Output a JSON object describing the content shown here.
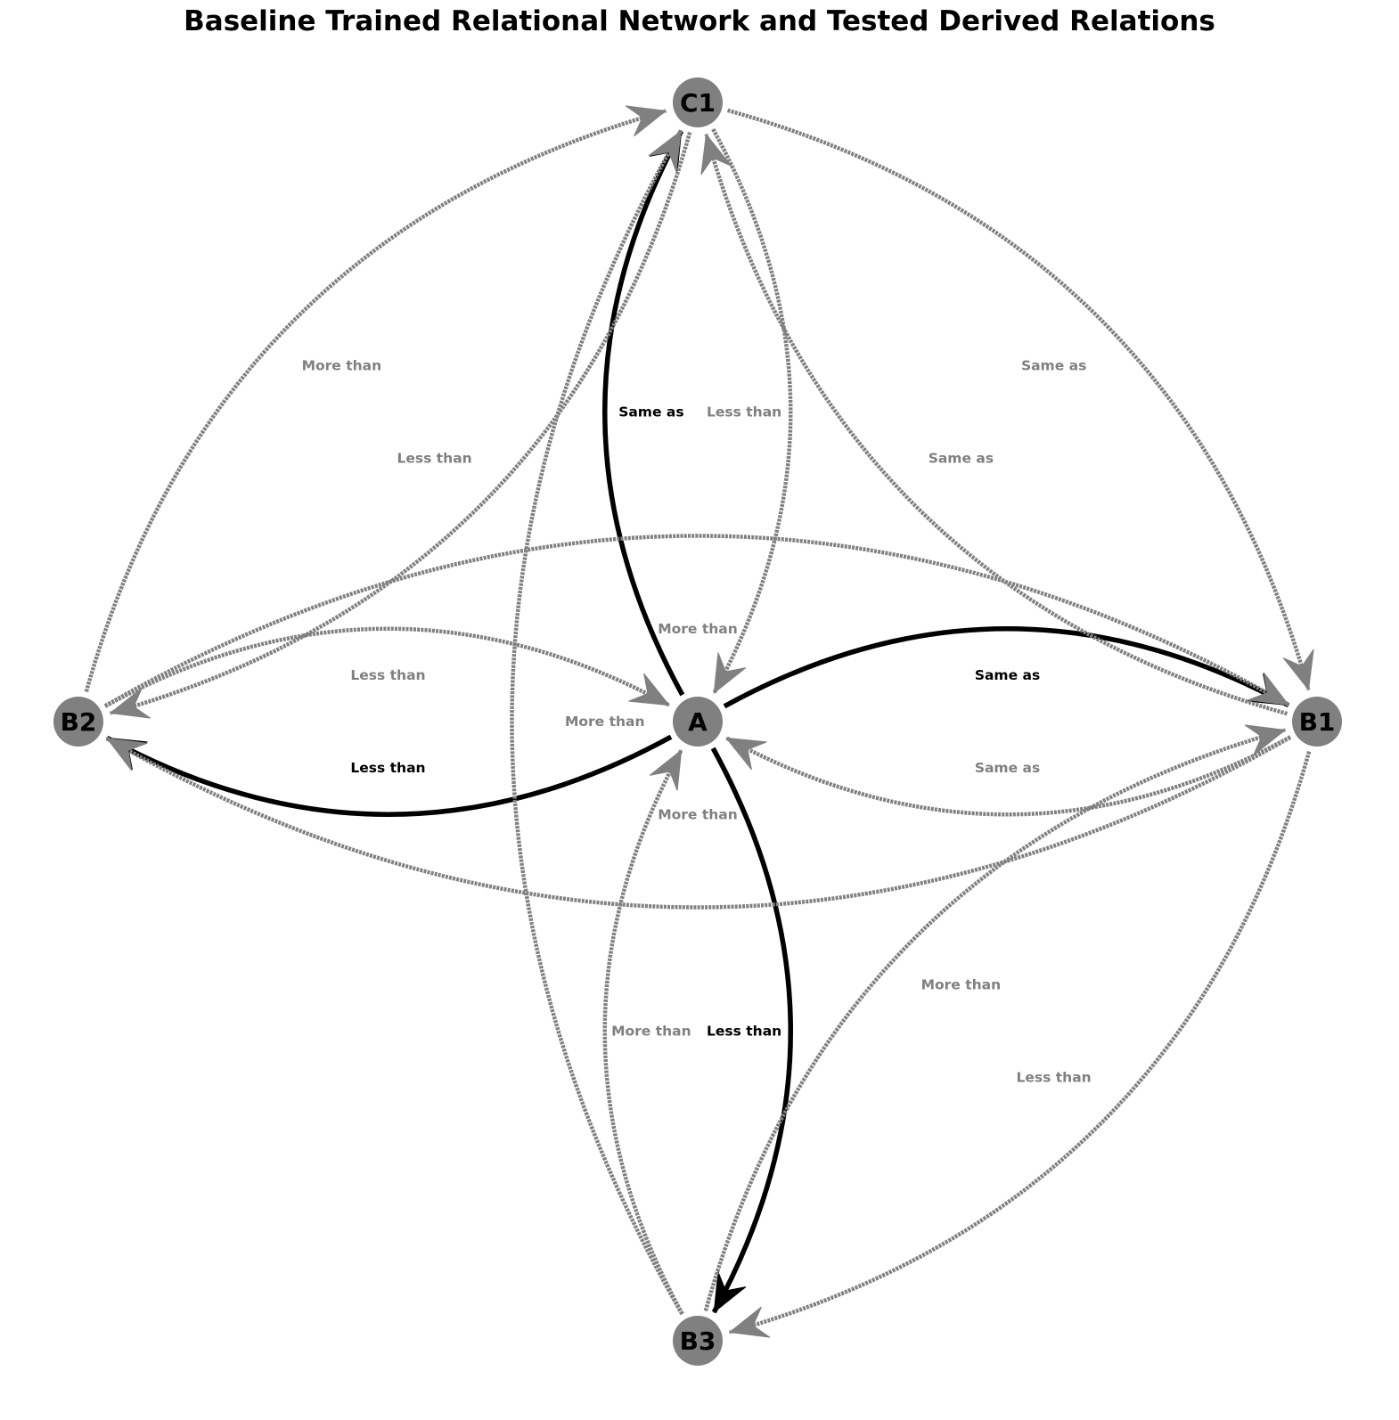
{
  "title": "Baseline Trained Relational Network and Tested Derived Relations",
  "colors": {
    "trained": "#000000",
    "derived": "#808080",
    "node": "#808080"
  },
  "nodes": [
    {
      "id": "A",
      "label": "A"
    },
    {
      "id": "B1",
      "label": "B1"
    },
    {
      "id": "B2",
      "label": "B2"
    },
    {
      "id": "B3",
      "label": "B3"
    },
    {
      "id": "C1",
      "label": "C1"
    }
  ],
  "edges": [
    {
      "source": "A",
      "target": "B1",
      "relation": "Same as",
      "kind": "trained"
    },
    {
      "source": "A",
      "target": "B2",
      "relation": "Less than",
      "kind": "trained"
    },
    {
      "source": "A",
      "target": "B3",
      "relation": "Less than",
      "kind": "trained"
    },
    {
      "source": "A",
      "target": "C1",
      "relation": "Same as",
      "kind": "trained"
    },
    {
      "source": "B1",
      "target": "A",
      "relation": "Same as",
      "kind": "derived"
    },
    {
      "source": "B2",
      "target": "A",
      "relation": "Less than",
      "kind": "derived"
    },
    {
      "source": "B3",
      "target": "A",
      "relation": "More than",
      "kind": "derived"
    },
    {
      "source": "C1",
      "target": "A",
      "relation": "Less than",
      "kind": "derived"
    },
    {
      "source": "B1",
      "target": "B2",
      "relation": "More than",
      "kind": "derived"
    },
    {
      "source": "B2",
      "target": "B1",
      "relation": "More than",
      "kind": "derived"
    },
    {
      "source": "B1",
      "target": "B3",
      "relation": "Less than",
      "kind": "derived"
    },
    {
      "source": "B3",
      "target": "B1",
      "relation": "More than",
      "kind": "derived"
    },
    {
      "source": "B1",
      "target": "C1",
      "relation": "Same as",
      "kind": "derived"
    },
    {
      "source": "C1",
      "target": "B1",
      "relation": "Same as",
      "kind": "derived"
    },
    {
      "source": "B2",
      "target": "C1",
      "relation": "More than",
      "kind": "derived"
    },
    {
      "source": "C1",
      "target": "B2",
      "relation": "Less than",
      "kind": "derived"
    },
    {
      "source": "B3",
      "target": "C1",
      "relation": "More than",
      "kind": "derived"
    }
  ]
}
